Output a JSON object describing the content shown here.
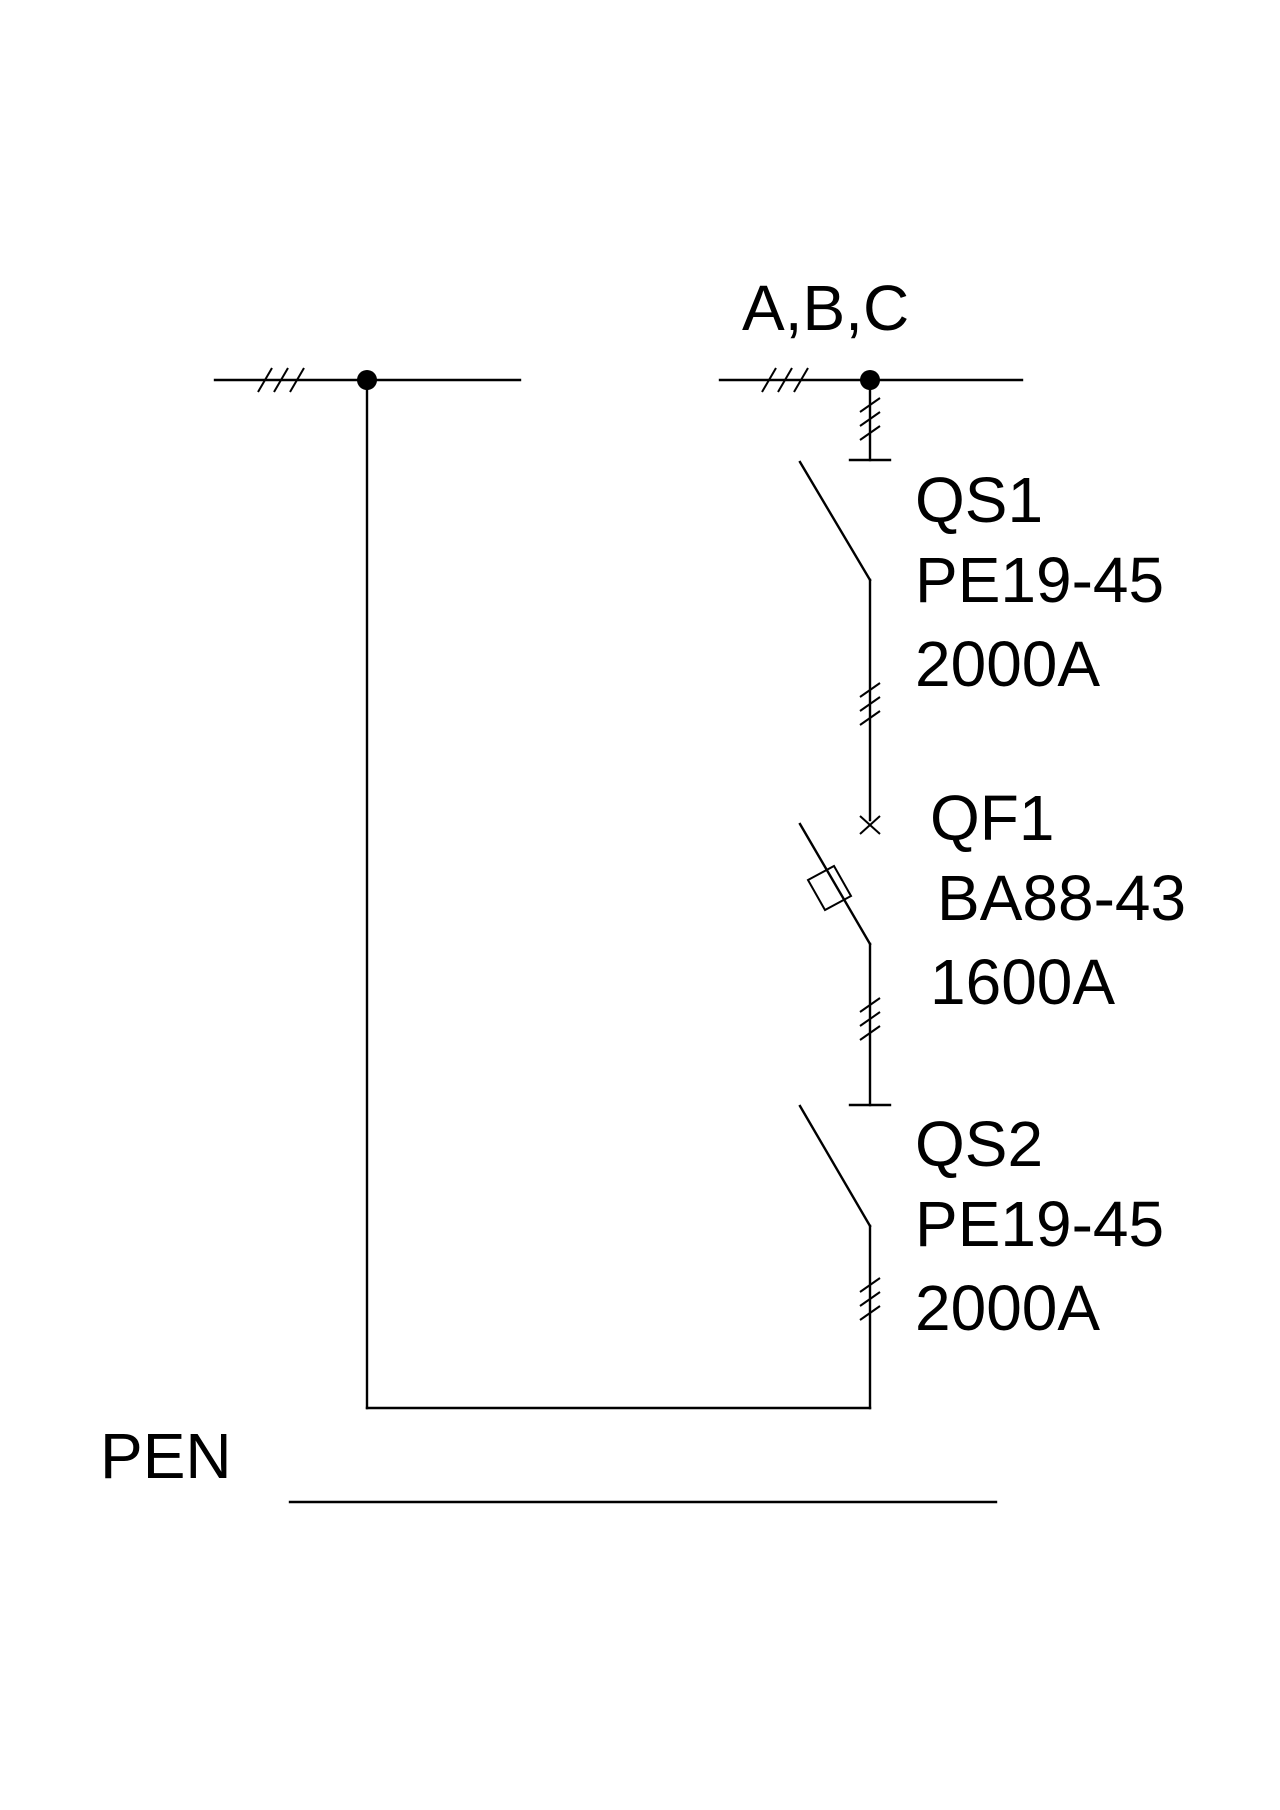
{
  "bus_label": "A,B,C",
  "devices": [
    {
      "designation": "QS1",
      "type": "PE19-45",
      "rating": "2000A"
    },
    {
      "designation": "QF1",
      "type": "BA88-43",
      "rating": "1600A"
    },
    {
      "designation": "QS2",
      "type": "PE19-45",
      "rating": "2000A"
    }
  ],
  "pen_label": "PEN"
}
